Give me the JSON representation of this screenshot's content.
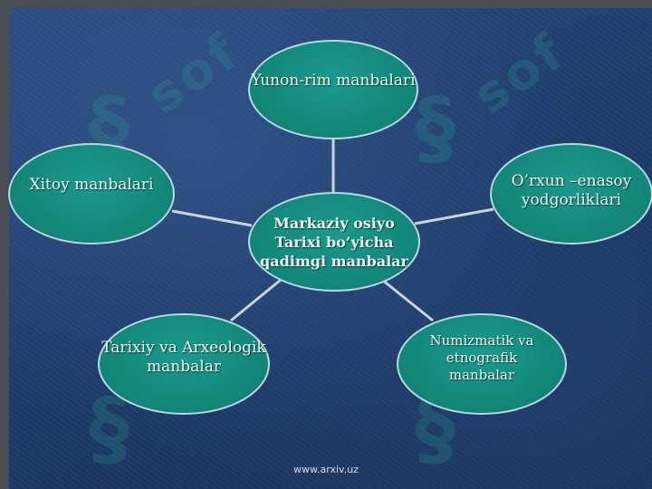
{
  "diagram": {
    "center": {
      "lines": [
        "Markaziy osiyo",
        "Tarixi bo’yicha",
        "qadimgi manbalar"
      ]
    },
    "nodes": [
      {
        "id": "top",
        "lines": [
          "Yunon-rim manbalari"
        ]
      },
      {
        "id": "left",
        "lines": [
          "Xitoy manbalari"
        ]
      },
      {
        "id": "right",
        "lines": [
          "O’rxun –enasoy",
          "yodgorliklari"
        ]
      },
      {
        "id": "bottom-left",
        "lines": [
          "Tarixiy va Arxeologik",
          "manbalar"
        ]
      },
      {
        "id": "bottom-right",
        "lines": [
          "Numizmatik va etnografik",
          "manbalar"
        ]
      }
    ]
  },
  "footer": {
    "url": "www.arxiv.uz"
  },
  "colors": {
    "node_fill": "#128578",
    "node_border": "#b8d8e0",
    "background": "#1d3d6c",
    "connector": "#c9d4de"
  }
}
